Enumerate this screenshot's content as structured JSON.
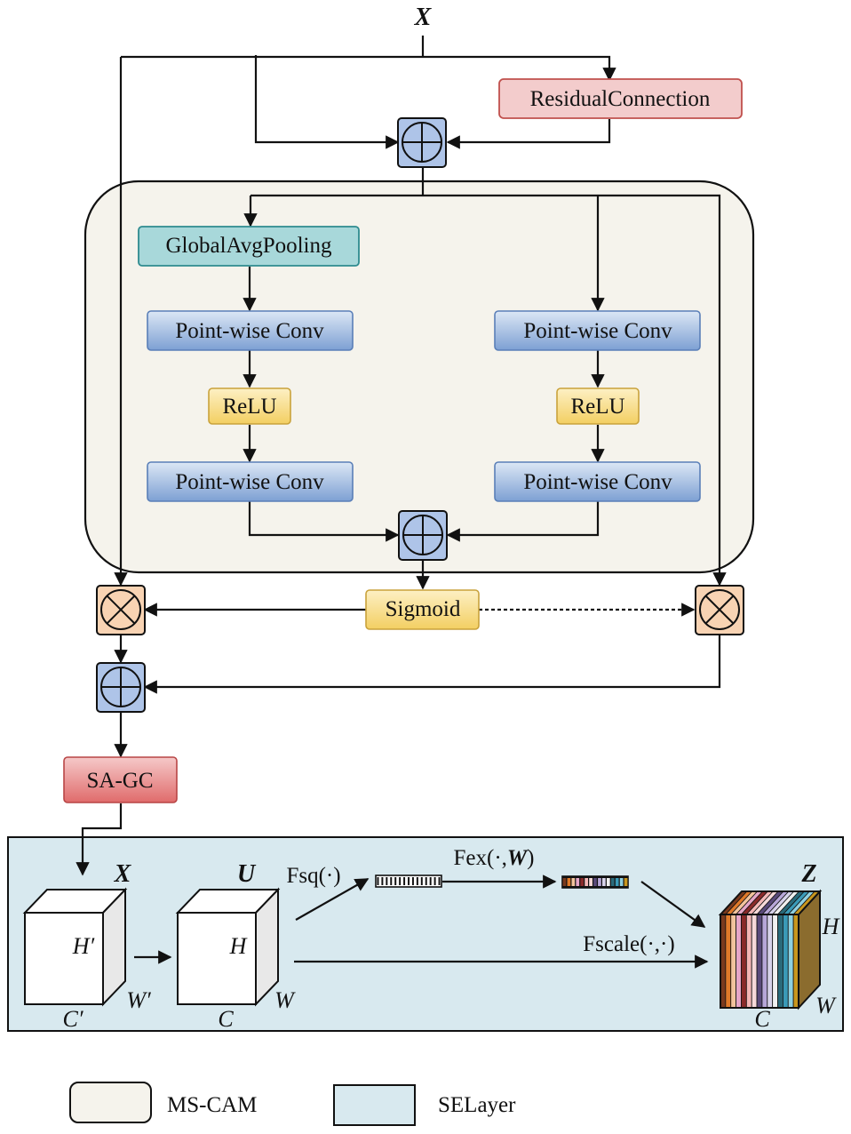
{
  "input_label": "X",
  "colors": {
    "mscam_bg": "#f5f3ec",
    "selayer_bg": "#d8e9ef",
    "residual_fill": "#f3cccc",
    "residual_stroke": "#c0504d",
    "gap_fill": "#a8d8da",
    "gap_stroke": "#2e8b8f",
    "conv_top": "#dce7f5",
    "conv_bottom": "#7da0d3",
    "conv_stroke": "#5a7fb8",
    "relu_top": "#fdf0c4",
    "relu_bottom": "#f3cf62",
    "relu_stroke": "#c9a23b",
    "add_fill": "#aec4e8",
    "mul_fill": "#f8d3b3",
    "sagc_top": "#f5c9c9",
    "sagc_bottom": "#e06b6b",
    "sagc_stroke": "#b84545",
    "cube_side": "#e8e8e8",
    "z_side": "#8b6c2e"
  },
  "nodes": {
    "residual": "ResidualConnection",
    "gap": "GlobalAvgPooling",
    "conv_l1": "Point-wise Conv",
    "relu_l": "ReLU",
    "conv_l2": "Point-wise Conv",
    "conv_r1": "Point-wise Conv",
    "relu_r": "ReLU",
    "conv_r2": "Point-wise Conv",
    "sigmoid": "Sigmoid",
    "sagc": "SA-GC"
  },
  "operators": {
    "add": "⊕",
    "multiply": "⊗"
  },
  "selayer": {
    "x_label": "X",
    "x_h": "H′",
    "x_w": "W′",
    "x_c": "C′",
    "u_label": "U",
    "u_h": "H",
    "u_w": "W",
    "u_c": "C",
    "fsq": "Fsq(·)",
    "fex": "Fex(·,",
    "fex_w": "W",
    "fex_close": ")",
    "fscale": "Fscale(·,·)",
    "z_label": "Z",
    "z_h": "H",
    "z_w": "W",
    "z_c": "C",
    "channel_colors": [
      "#7a3a1e",
      "#e07a2a",
      "#f2c39c",
      "#e6a6c7",
      "#8a2a2a",
      "#f4b6b6",
      "#f7d9d9",
      "#5a4a7a",
      "#b7a6d8",
      "#d7d2ea",
      "#f0f0f0",
      "#2a6a7a",
      "#3a9ab8",
      "#8fd0e0",
      "#c9961e"
    ]
  },
  "legend": [
    {
      "label": "MS-CAM"
    },
    {
      "label": "SELayer"
    }
  ]
}
